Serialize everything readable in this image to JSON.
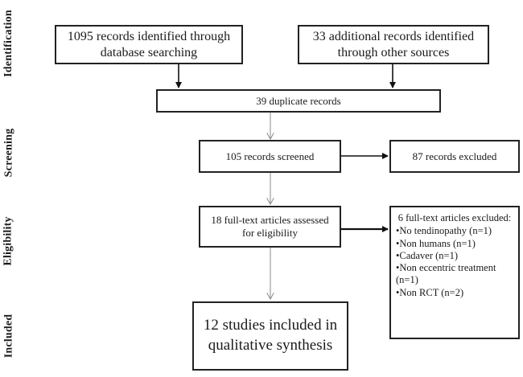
{
  "stages": {
    "identification": "Identification",
    "screening": "Screening",
    "eligibility": "Eligibility",
    "included": "Included"
  },
  "boxes": {
    "database_records": "1095 records identified through database searching",
    "other_records": "33 additional records identified through other sources",
    "duplicates": "39 duplicate records",
    "screened": "105 records screened",
    "excluded_records": "87 records excluded",
    "fulltext_assessed": "18 full-text articles assessed for eligibility",
    "fulltext_excluded": {
      "title": "6 full-text articles excluded:",
      "items": [
        "•No tendinopathy (n=1)",
        "•Non humans (n=1)",
        "•Cadaver (n=1)",
        "•Non eccentric treatment (n=1)",
        "•Non RCT (n=2)"
      ]
    },
    "included_studies": "12 studies included in qualitative synthesis"
  },
  "colors": {
    "border": "#222222",
    "arrow_dark": "#111111",
    "arrow_gray": "#8a8a8a"
  }
}
